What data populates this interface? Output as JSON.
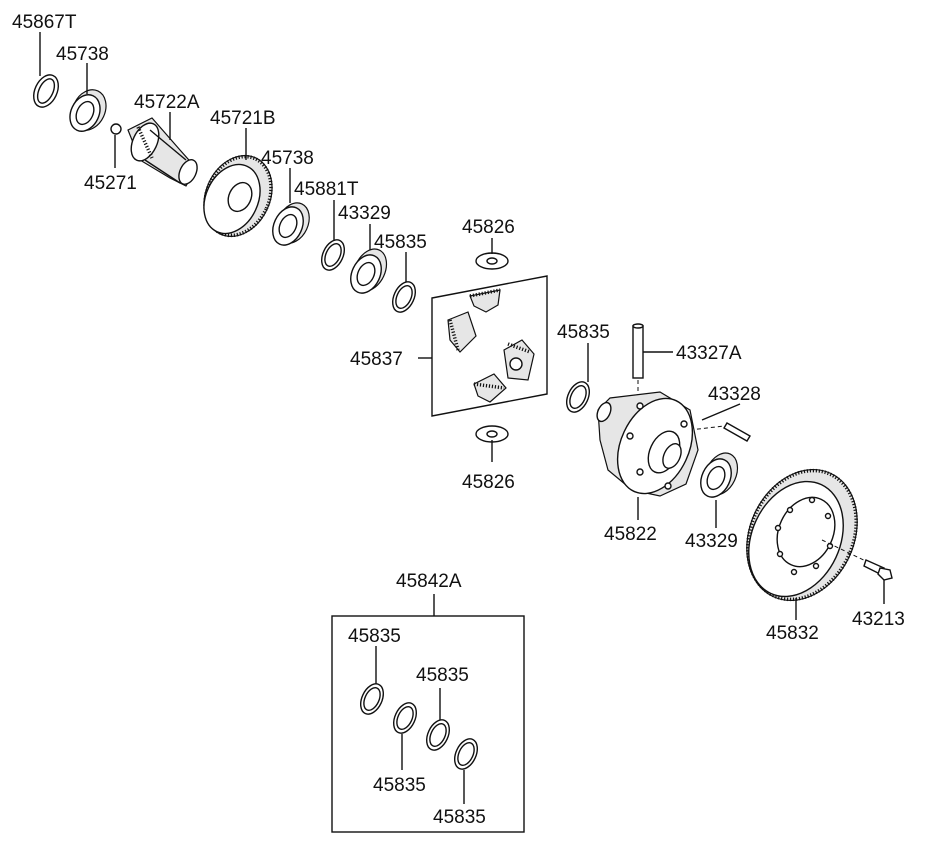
{
  "diagram": {
    "labels": {
      "l_45867T": "45867T",
      "l_45738_top": "45738",
      "l_45722A": "45722A",
      "l_45721B": "45721B",
      "l_45271": "45271",
      "l_45738_mid": "45738",
      "l_45881T": "45881T",
      "l_43329_top": "43329",
      "l_45835_top": "45835",
      "l_45826_top": "45826",
      "l_45837": "45837",
      "l_45826_bot": "45826",
      "l_45835_mid": "45835",
      "l_43327A": "43327A",
      "l_43328": "43328",
      "l_45822": "45822",
      "l_43329_bot": "43329",
      "l_45832": "45832",
      "l_43213": "43213",
      "l_45842A": "45842A",
      "l_45835_k1": "45835",
      "l_45835_k2": "45835",
      "l_45835_k3": "45835",
      "l_45835_k4": "45835"
    }
  }
}
